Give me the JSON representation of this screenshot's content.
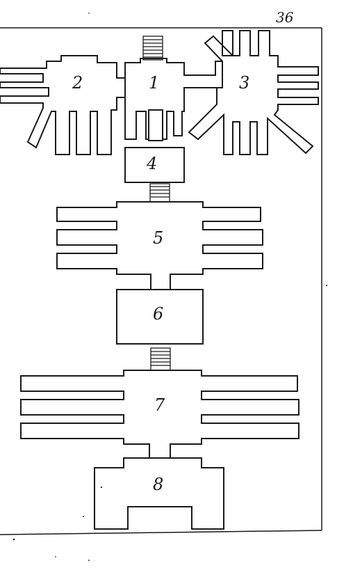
{
  "page_number": "36",
  "rooms": [
    {
      "label": "1"
    },
    {
      "label": "2"
    },
    {
      "label": "3"
    },
    {
      "label": "4"
    },
    {
      "label": "5"
    },
    {
      "label": "6"
    },
    {
      "label": "7"
    },
    {
      "label": "8"
    }
  ],
  "colors": {
    "ink": "#1a1a1a",
    "paper": "#ffffff"
  }
}
